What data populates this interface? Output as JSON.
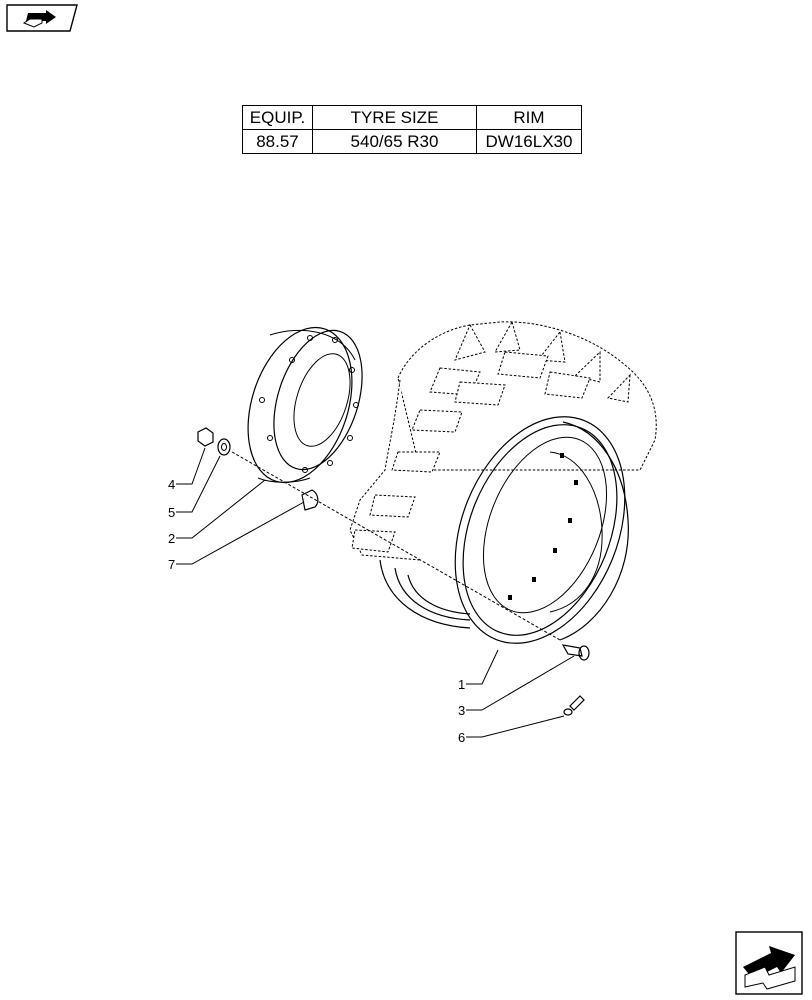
{
  "navigation": {
    "prev_icon": "arrow-back-icon",
    "next_icon": "arrow-forward-icon"
  },
  "spec_table": {
    "headers": [
      "EQUIP.",
      "TYRE SIZE",
      "RIM"
    ],
    "row": [
      "88.57",
      "540/65 R30",
      "DW16LX30"
    ]
  },
  "callouts": [
    {
      "id": "c4",
      "label": "4"
    },
    {
      "id": "c5",
      "label": "5"
    },
    {
      "id": "c2",
      "label": "2"
    },
    {
      "id": "c7",
      "label": "7"
    },
    {
      "id": "c1",
      "label": "1"
    },
    {
      "id": "c3",
      "label": "3"
    },
    {
      "id": "c6",
      "label": "6"
    }
  ]
}
